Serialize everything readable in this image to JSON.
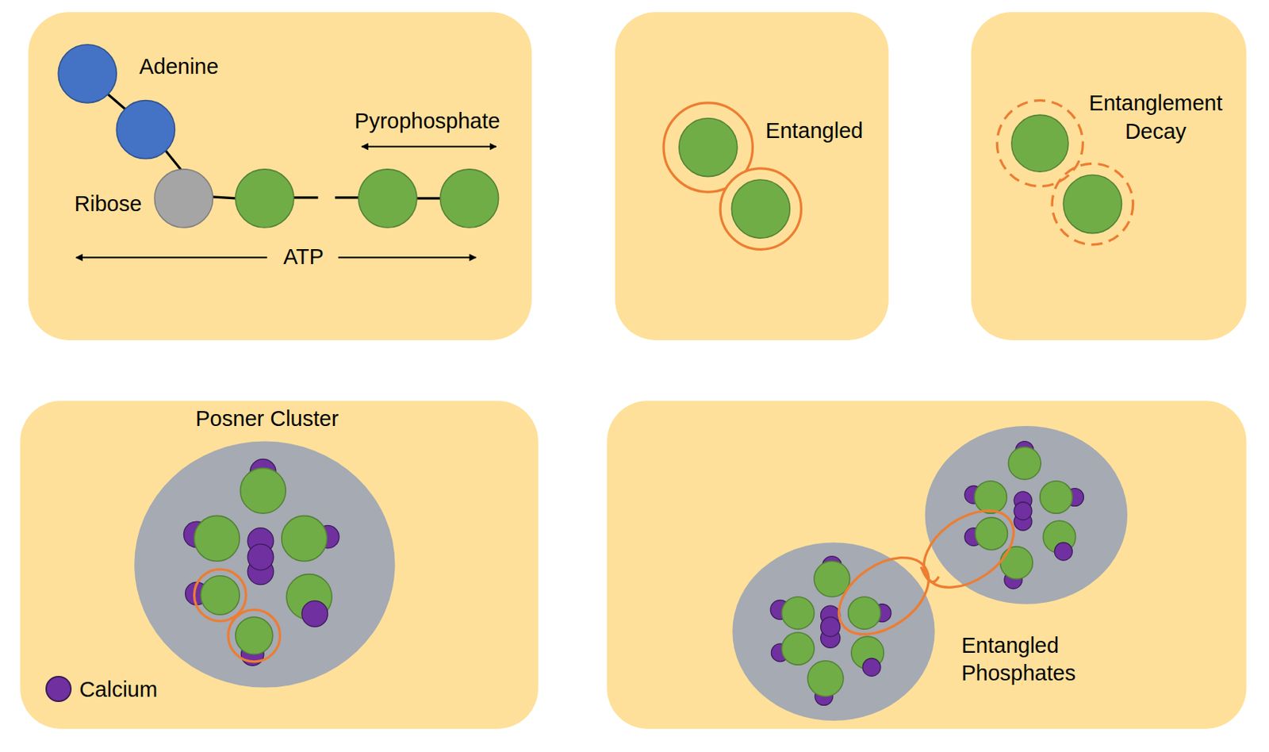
{
  "diagram": {
    "nodes": [
      {
        "text": [
          "Adenine",
          "Pyrophosphate",
          "Ribose",
          "ATP"
        ]
      },
      {
        "text": [
          "Entangled"
        ]
      },
      {
        "text": [
          "Entanglement Decay"
        ]
      },
      {
        "text": [
          "Posner Cluster"
        ]
      },
      {
        "text": [
          "Entangled Phosphates"
        ]
      }
    ],
    "legend": [
      {
        "text": "Calcium",
        "color": "#7030a0"
      }
    ]
  }
}
